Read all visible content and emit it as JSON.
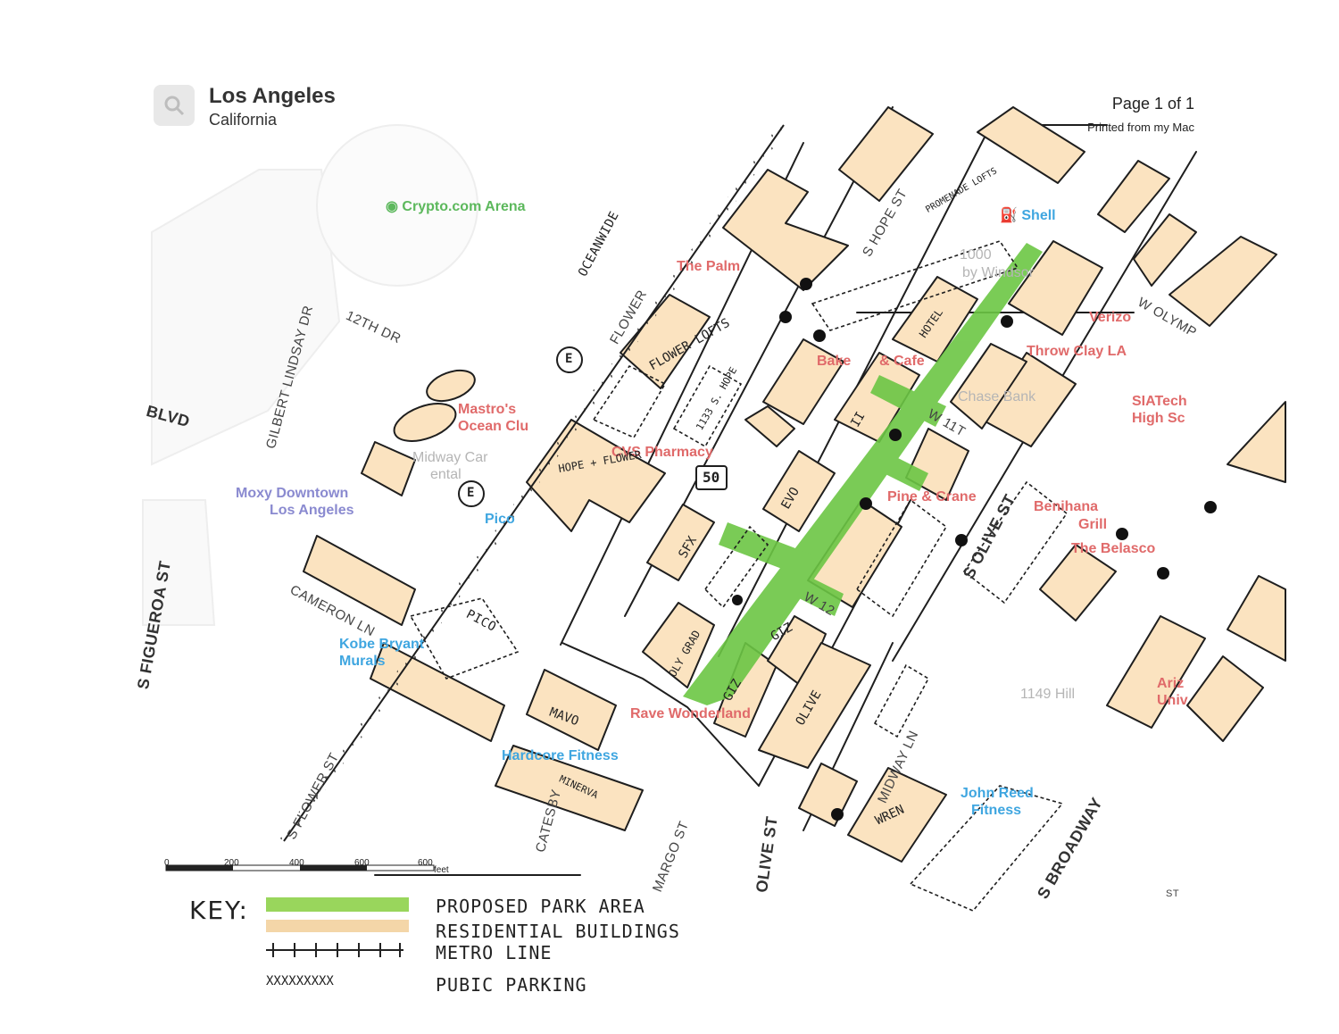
{
  "header": {
    "city": "Los Angeles",
    "state": "California",
    "page": "Page 1 of 1",
    "printed": "Printed from my Mac"
  },
  "pois": {
    "crypto": "Crypto.com Arena",
    "palm": "The Palm",
    "shell": "Shell",
    "thousand_a": "1000",
    "thousand_b": "by Windsor",
    "verizon": "Verizo",
    "throw_clay": "Throw Clay LA",
    "bakery_a": "Bake",
    "bakery_b": "& Cafe",
    "chase": "Chase Bank",
    "siatech_a": "SIATech",
    "siatech_b": "High Sc",
    "mastros_a": "Mastro's",
    "mastros_b": "Ocean Clu",
    "midway_a": "Midway Car",
    "midway_b": "ental",
    "cvs": "CVS Pharmacy",
    "moxy_a": "Moxy Downtown",
    "moxy_b": "Los Angeles",
    "pico": "Pico",
    "pine_crane": "Pine & Crane",
    "benihana_a": "Benihana",
    "benihana_b": "Grill",
    "belasco": "The Belasco",
    "kobe_a": "Kobe Bryant",
    "kobe_b": "Murals",
    "rave": "Rave Wonderland",
    "hardcore": "Hardcore Fitness",
    "hill1149": "1149 Hill",
    "john_reed_a": "John Reed",
    "john_reed_b": "Fitness",
    "ariz_a": "Ariz",
    "ariz_b": "Univ"
  },
  "streets": {
    "figueroa": "S FIGUEROA ST",
    "gilbert": "GILBERT LINDSAY DR",
    "twelfth_dr": "12TH DR",
    "blvd": "BLVD",
    "cameron": "CAMERON LN",
    "flower_s": "S FLOWER ST",
    "flower": "FLOWER",
    "hope": "S HOPE ST",
    "olive_s": "S OLIVE ST",
    "olive": "OLIVE ST",
    "w11": "W 11T",
    "w12": "W 12",
    "olympic": "W OLYMP",
    "broadway": "S BROADWAY",
    "midway_ln": "MIDWAY LN",
    "margo": "MARGO ST",
    "catesby": "CATESBY",
    "oceanwide": "OCEANWIDE",
    "pico_st": "PICO",
    "st_corner": "ST"
  },
  "sketch_labels": {
    "flower_lofts": "FLOWER LOFTS",
    "s1133": "1133 S. HOPE",
    "hope_flower": "HOPE + FLOWER",
    "eo": "EVO",
    "sfx": "SFX",
    "ou_grad": "OLY GRAD",
    "giz_a": "GIZ",
    "giz_b": "GIZ",
    "olive_bldg": "OLIVE",
    "mavo": "MAVO",
    "minerva": "MINERVA",
    "wren": "WREN",
    "hotel": "HOTEL",
    "ii": "II",
    "spring_lofts": "PROMENADE LOFTS",
    "route50": "50",
    "metro_e1": "E",
    "metro_e2": "E"
  },
  "scale": {
    "ticks": [
      "0",
      "200",
      "400",
      "600"
    ],
    "last": "600",
    "unit": "feet"
  },
  "key": {
    "title": "KEY:",
    "items": [
      {
        "label": "PROPOSED PARK AREA",
        "color": "#8ed14a"
      },
      {
        "label": "RESIDENTIAL BUILDINGS",
        "color": "#f4d6a8"
      },
      {
        "label": "METRO LINE",
        "color": "#222222"
      },
      {
        "label": "PUBIC PARKING",
        "color": "#222222"
      }
    ]
  },
  "colors": {
    "park": "#6cc644",
    "residential": "#fbe3c0",
    "ink": "#1e1e1e"
  }
}
